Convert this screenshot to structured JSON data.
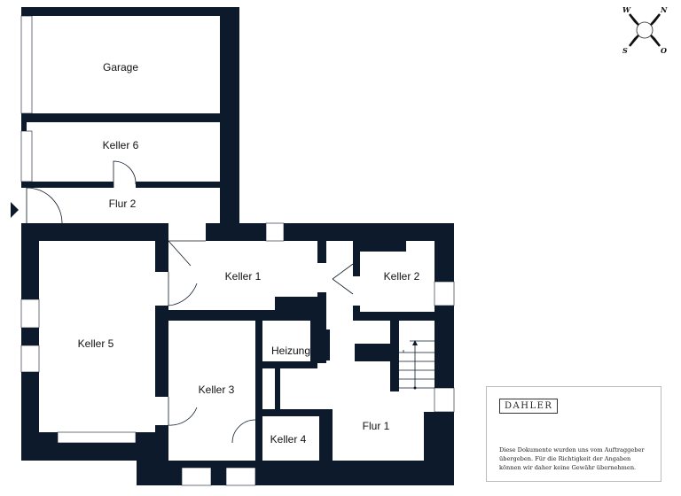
{
  "rooms": {
    "garage": "Garage",
    "keller6": "Keller 6",
    "flur2": "Flur 2",
    "keller1": "Keller 1",
    "keller2": "Keller 2",
    "keller5": "Keller 5",
    "heizung": "Heizung",
    "keller3": "Keller 3",
    "keller4": "Keller 4",
    "flur1": "Flur 1"
  },
  "compass": {
    "n": "N",
    "o": "O",
    "s": "S",
    "w": "W"
  },
  "info": {
    "logo": "DAHLER",
    "disclaimer": [
      "Diese Dokumente wurden uns vom Auftraggeber",
      "übergeben. Für die Richtigkeit der Angaben",
      "können wir daher keine Gewähr übernehmen."
    ]
  },
  "colors": {
    "wall": "#0d1a2b",
    "window": "#ffffff"
  }
}
